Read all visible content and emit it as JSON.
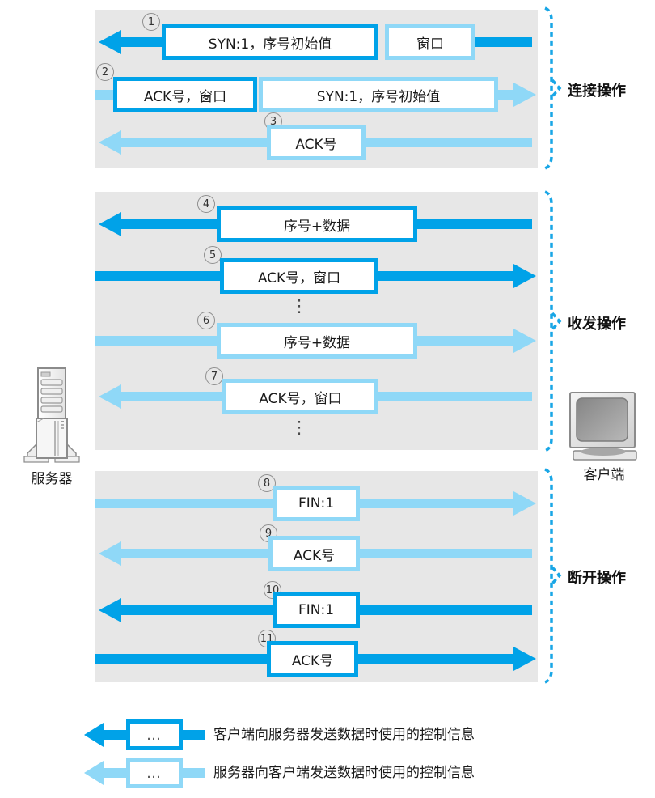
{
  "nodes": {
    "server": "服务器",
    "client": "客户端"
  },
  "sections": [
    {
      "label": "连接操作"
    },
    {
      "label": "收发操作"
    },
    {
      "label": "断开操作"
    }
  ],
  "flow_rows": [
    {
      "step": "1",
      "direction": "to-server",
      "boxes": [
        {
          "text": "SYN:1，序号初始值",
          "style": "dark"
        },
        {
          "text": "窗口",
          "style": "light"
        }
      ]
    },
    {
      "step": "2",
      "direction": "to-client",
      "boxes": [
        {
          "text": "ACK号，窗口",
          "style": "dark"
        },
        {
          "text": "SYN:1，序号初始值",
          "style": "light"
        }
      ]
    },
    {
      "step": "3",
      "direction": "to-server",
      "boxes": [
        {
          "text": "ACK号",
          "style": "light"
        }
      ]
    },
    {
      "step": "4",
      "direction": "to-server",
      "boxes": [
        {
          "text": "序号+数据",
          "style": "dark"
        }
      ]
    },
    {
      "step": "5",
      "direction": "to-client",
      "boxes": [
        {
          "text": "ACK号，窗口",
          "style": "dark"
        }
      ]
    },
    {
      "step": "6",
      "direction": "to-client",
      "boxes": [
        {
          "text": "序号+数据",
          "style": "light"
        }
      ]
    },
    {
      "step": "7",
      "direction": "to-server",
      "boxes": [
        {
          "text": "ACK号，窗口",
          "style": "light"
        }
      ]
    },
    {
      "step": "8",
      "direction": "to-client",
      "boxes": [
        {
          "text": "FIN:1",
          "style": "light"
        }
      ]
    },
    {
      "step": "9",
      "direction": "to-server",
      "boxes": [
        {
          "text": "ACK号",
          "style": "light"
        }
      ]
    },
    {
      "step": "10",
      "direction": "to-server",
      "boxes": [
        {
          "text": "FIN:1",
          "style": "dark"
        }
      ]
    },
    {
      "step": "11",
      "direction": "to-client",
      "boxes": [
        {
          "text": "ACK号",
          "style": "dark"
        }
      ]
    }
  ],
  "ellipsis_vertical": "⋮",
  "legend": {
    "items": [
      {
        "symbol": "…",
        "arrow_style": "dark",
        "text": "客户端向服务器发送数据时使用的控制信息"
      },
      {
        "symbol": "…",
        "arrow_style": "light",
        "text": "服务器向客户端发送数据时使用的控制信息"
      }
    ]
  },
  "colors": {
    "client_to_server_blue": "#00a2e8",
    "server_to_client_blue": "#8fd8f7",
    "panel_background": "#e7e7e7"
  }
}
